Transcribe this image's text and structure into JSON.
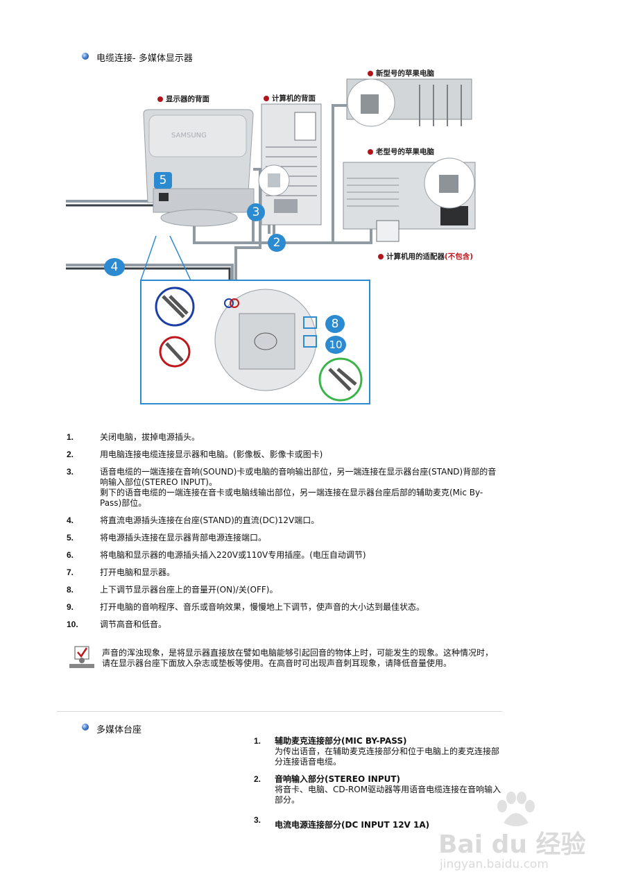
{
  "section1": {
    "title": "电缆连接- 多媒体显示器"
  },
  "diagram": {
    "labels": {
      "monitor_back": "显示器的背面",
      "computer_back": "计算机的背面",
      "new_mac": "新型号的苹果电脑",
      "old_mac": "老型号的苹果电脑",
      "adapter": "计算机用的适配器",
      "not_included": "(不包含)",
      "brand": "SAMSUNG"
    },
    "callouts": [
      "5",
      "3",
      "2",
      "4",
      "8",
      "10"
    ]
  },
  "steps": [
    {
      "num": "1.",
      "text": "关闭电脑，拔掉电源插头。"
    },
    {
      "num": "2.",
      "text": "用电脑连接电缆连接显示器和电脑。(影像板、影像卡或图卡)"
    },
    {
      "num": "3.",
      "text": "语音电缆的一端连接在音响(SOUND)卡或电脑的音响输出部位，另一端连接在显示器台座(STAND)背部的音响输入部位(STEREO INPUT)。",
      "text2": "剩下的语音电缆的一端连接在音卡或电脑线输出部位，另一端连接在显示器台座后部的辅助麦克(Mic By-Pass)部位。"
    },
    {
      "num": "4.",
      "text": "将直流电源插头连接在台座(STAND)的直流(DC)12V端口。"
    },
    {
      "num": "5.",
      "text": "将电源插头连接在显示器背部电源连接端口。"
    },
    {
      "num": "6.",
      "text": "将电脑和显示器的电源插头插入220V或110V专用插座。(电压自动调节)"
    },
    {
      "num": "7.",
      "text": "打开电脑和显示器。"
    },
    {
      "num": "8.",
      "text": "上下调节显示器台座上的音量开(ON)/关(OFF)。"
    },
    {
      "num": "9.",
      "text": "打开电脑的音响程序、音乐或音响效果，慢慢地上下调节，使声音的大小达到最佳状态。"
    },
    {
      "num": "10.",
      "text": "调节高音和低音。"
    }
  ],
  "note": {
    "text": "声音的浑浊现象，是将显示器直接放在譬如电脑能够引起回音的物体上时，可能发生的现象。这种情况时，请在显示器台座下面放入杂志或垫板等使用。在高音时可出现声音刺耳现象，请降低音量使用。"
  },
  "section2": {
    "title": "多媒体台座"
  },
  "parts": [
    {
      "num": "1.",
      "title": "辅助麦克连接部分(MIC BY-PASS)",
      "desc": "为传出语音，在辅助麦克连接部分和位于电脑上的麦克连接部分连接语音电缆。"
    },
    {
      "num": "2.",
      "title": "音响输入部分(STEREO INPUT)",
      "desc": "将音卡、电脑、CD-ROM驱动器等用语音电缆连接在音响输入部分。"
    },
    {
      "num": "3.",
      "title": "电流电源连接部分(DC INPUT 12V 1A)",
      "desc": ""
    }
  ],
  "watermark": {
    "brand": "Bai du 经验",
    "url": "jingyan.baidu.com"
  }
}
